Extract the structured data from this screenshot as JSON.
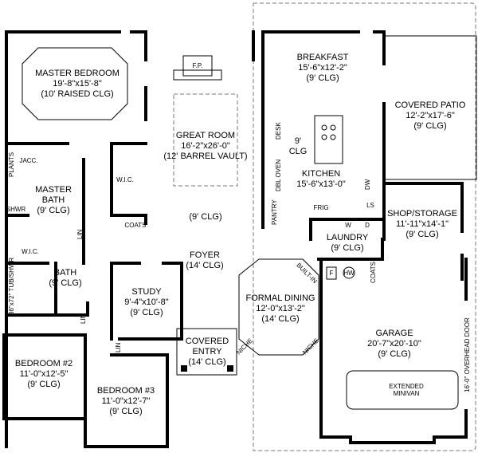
{
  "rooms": {
    "master_bedroom": {
      "name": "MASTER BEDROOM",
      "dims": "19'-8\"x15'-8\"",
      "clg": "(10' RAISED CLG)"
    },
    "great_room": {
      "name": "GREAT ROOM",
      "dims": "16'-2\"x26'-0\"",
      "clg": "(12' BARREL VAULT)",
      "clg2": "(9' CLG)"
    },
    "breakfast": {
      "name": "BREAKFAST",
      "dims": "15'-6\"x12'-2\"",
      "clg": "(9' CLG)"
    },
    "covered_patio": {
      "name": "COVERED PATIO",
      "dims": "12'-2\"x17'-6\"",
      "clg": "(9' CLG)"
    },
    "kitchen": {
      "name": "KITCHEN",
      "dims": "15'-6\"x13'-0\"",
      "clg_a": "9'",
      "clg_b": "CLG"
    },
    "master_bath": {
      "name": "MASTER",
      "name2": "BATH",
      "clg": "(9' CLG)"
    },
    "shop": {
      "name": "SHOP/STORAGE",
      "dims": "11'-11\"x14'-1\"",
      "clg": "(9' CLG)"
    },
    "laundry": {
      "name": "LAUNDRY",
      "clg": "(9' CLG)"
    },
    "foyer": {
      "name": "FOYER",
      "clg": "(14' CLG)"
    },
    "bath": {
      "name": "BATH",
      "clg": "(9' CLG)"
    },
    "study": {
      "name": "STUDY",
      "dims": "9'-4\"x10'-8\"",
      "clg": "(9' CLG)"
    },
    "formal_dining": {
      "name": "FORMAL DINING",
      "dims": "12'-0\"x13'-2\"",
      "clg": "(14' CLG)"
    },
    "covered_entry": {
      "name": "COVERED",
      "name2": "ENTRY",
      "clg": "(14' CLG)"
    },
    "garage": {
      "name": "GARAGE",
      "dims": "20'-7\"x20'-10\"",
      "clg": "(9' CLG)"
    },
    "bedroom2": {
      "name": "BEDROOM #2",
      "dims": "11'-0\"x12'-5\"",
      "clg": "(9' CLG)"
    },
    "bedroom3": {
      "name": "BEDROOM #3",
      "dims": "11'-0\"x12'-7\"",
      "clg": "(9' CLG)"
    }
  },
  "fixtures": {
    "fp": "F.P.",
    "jacc": "JACC.",
    "plants": "PLANTS",
    "shwr": "SHWR",
    "wic": "W.I.C.",
    "lin": "LIN",
    "coats": "COATS",
    "tub": "36\"x72\" TUB/SHWR",
    "desk": "DESK",
    "dbl_oven": "DBL OVEN",
    "pantry": "PANTRY",
    "frig": "FRIG",
    "dw": "DW",
    "ls": "LS",
    "washer": "W",
    "dryer": "D",
    "furnace": "F",
    "hw": "HW",
    "built_in": "BUILT-IN",
    "niche": "NICHE",
    "minivan_a": "EXTENDED",
    "minivan_b": "MINIVAN",
    "overhead_door": "16'-0\" OVERHEAD DOOR"
  }
}
